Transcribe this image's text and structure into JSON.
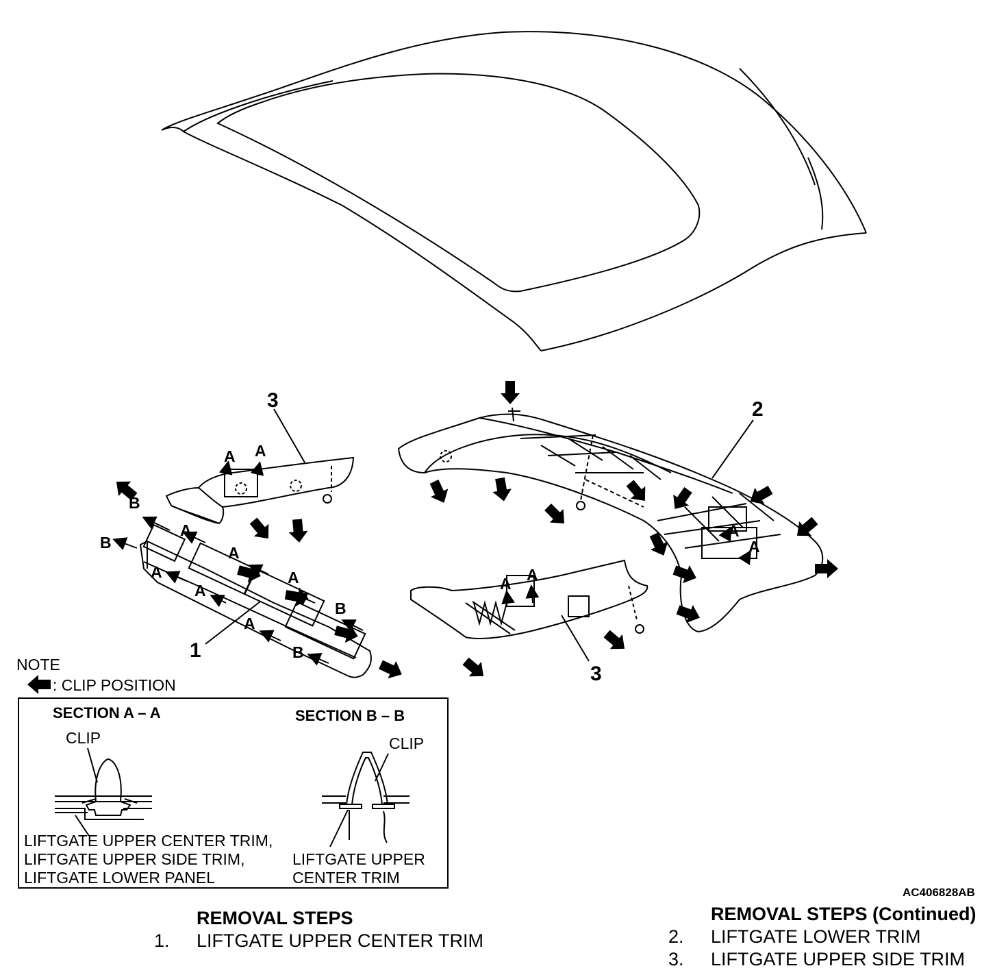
{
  "figure": {
    "code": "AC406828AB",
    "callouts": [
      "1",
      "2",
      "3",
      "3"
    ],
    "section_letter_a": "A",
    "section_letter_b": "B"
  },
  "note": {
    "title": "NOTE",
    "legend": ": CLIP POSITION"
  },
  "section_aa": {
    "title": "SECTION A – A",
    "clip_label": "CLIP",
    "lines": [
      "LIFTGATE UPPER CENTER TRIM,",
      "LIFTGATE UPPER SIDE TRIM,",
      "LIFTGATE LOWER PANEL"
    ]
  },
  "section_bb": {
    "title": "SECTION B – B",
    "clip_label": "CLIP",
    "lines": [
      "LIFTGATE UPPER",
      "CENTER TRIM"
    ]
  },
  "removal_steps": {
    "title": "REMOVAL STEPS",
    "items": [
      {
        "num": "1.",
        "text": "LIFTGATE UPPER CENTER TRIM"
      }
    ]
  },
  "removal_steps_continued": {
    "title": "REMOVAL STEPS (Continued)",
    "items": [
      {
        "num": "2.",
        "text": "LIFTGATE LOWER TRIM"
      },
      {
        "num": "3.",
        "text": "LIFTGATE UPPER SIDE TRIM"
      }
    ]
  }
}
